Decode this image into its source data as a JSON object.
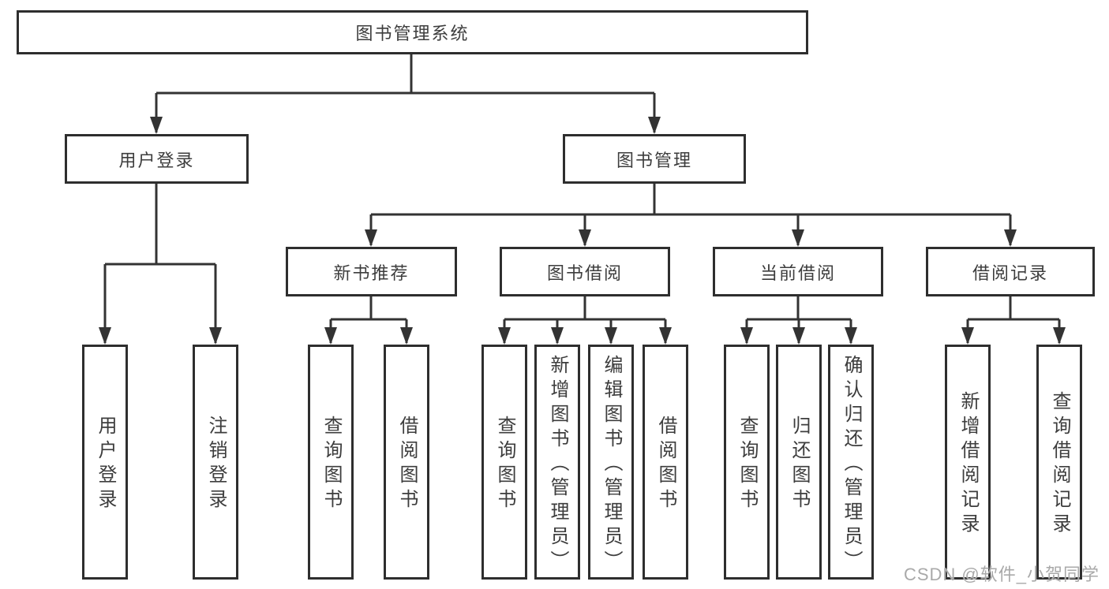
{
  "diagram": {
    "root": {
      "label": "图书管理系统"
    },
    "level2": [
      {
        "label": "用户登录"
      },
      {
        "label": "图书管理"
      }
    ],
    "level3": [
      {
        "label": "新书推荐",
        "parent": "图书管理"
      },
      {
        "label": "图书借阅",
        "parent": "图书管理"
      },
      {
        "label": "当前借阅",
        "parent": "图书管理"
      },
      {
        "label": "借阅记录",
        "parent": "图书管理"
      }
    ],
    "leaves": [
      {
        "label": "用户登录",
        "parent": "用户登录"
      },
      {
        "label": "注销登录",
        "parent": "用户登录"
      },
      {
        "label": "查询图书",
        "parent": "新书推荐"
      },
      {
        "label": "借阅图书",
        "parent": "新书推荐"
      },
      {
        "label": "查询图书",
        "parent": "图书借阅"
      },
      {
        "label": "新增图书（管理员）",
        "parent": "图书借阅"
      },
      {
        "label": "编辑图书（管理员）",
        "parent": "图书借阅"
      },
      {
        "label": "借阅图书",
        "parent": "图书借阅"
      },
      {
        "label": "查询图书",
        "parent": "当前借阅"
      },
      {
        "label": "归还图书",
        "parent": "当前借阅"
      },
      {
        "label": "确认归还（管理员）",
        "parent": "当前借阅"
      },
      {
        "label": "新增借阅记录",
        "parent": "借阅记录"
      },
      {
        "label": "查询借阅记录",
        "parent": "借阅记录"
      }
    ]
  },
  "watermark": {
    "text": "CSDN @软件_小贺同学"
  },
  "colors": {
    "line": "#333333",
    "box_border": "#2e2e2e",
    "text": "#3d3d3d",
    "watermark": "#a9a9a9",
    "background": "#ffffff"
  }
}
